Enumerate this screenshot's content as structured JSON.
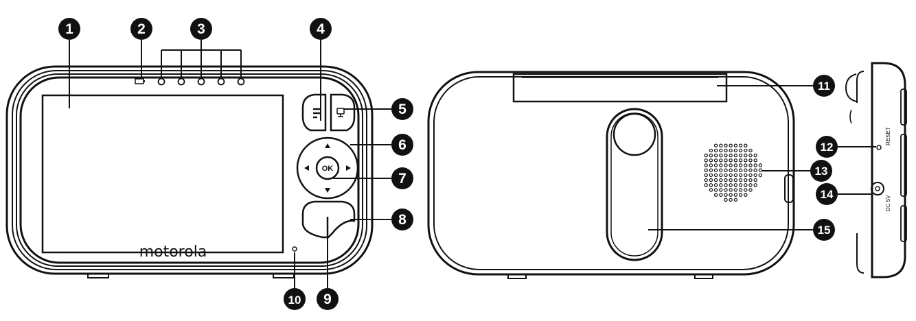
{
  "brand": "motorola",
  "ok_label": "OK",
  "side_labels": {
    "reset": "RESET",
    "dc": "DC 5V"
  },
  "callouts": [
    "1",
    "2",
    "3",
    "4",
    "5",
    "6",
    "7",
    "8",
    "9",
    "10",
    "11",
    "12",
    "13",
    "14",
    "15"
  ],
  "colors": {
    "ink": "#111111",
    "badge": "#111111",
    "paper": "#ffffff"
  },
  "icons": {
    "battery": "battery-icon",
    "menu": "menu-icon",
    "camera_view": "monitor-icon",
    "arrows": [
      "arrow-up-icon",
      "arrow-down-icon",
      "arrow-left-icon",
      "arrow-right-icon"
    ]
  }
}
